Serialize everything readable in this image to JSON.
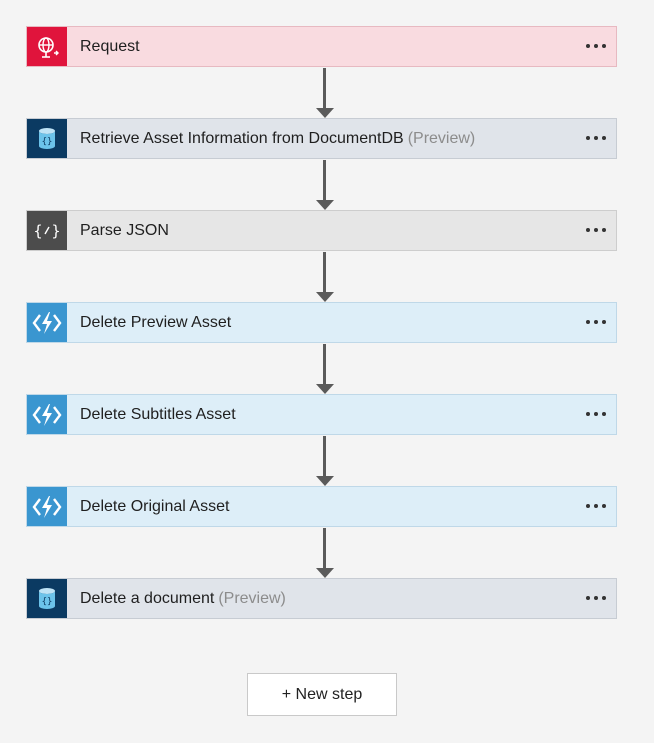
{
  "steps": [
    {
      "label": "Request",
      "suffix": "",
      "icon": "globe-icon",
      "type": "request"
    },
    {
      "label": "Retrieve Asset Information from DocumentDB",
      "suffix": "(Preview)",
      "icon": "documentdb-icon",
      "type": "docdb"
    },
    {
      "label": "Parse JSON",
      "suffix": "",
      "icon": "json-icon",
      "type": "json"
    },
    {
      "label": "Delete Preview Asset",
      "suffix": "",
      "icon": "azure-function-icon",
      "type": "func"
    },
    {
      "label": "Delete Subtitles Asset",
      "suffix": "",
      "icon": "azure-function-icon",
      "type": "func"
    },
    {
      "label": "Delete Original Asset",
      "suffix": "",
      "icon": "azure-function-icon",
      "type": "func"
    },
    {
      "label": "Delete a document",
      "suffix": "(Preview)",
      "icon": "documentdb-icon",
      "type": "docdb"
    }
  ],
  "new_step_label": "+ New step",
  "colors": {
    "request": "#e0143c",
    "docdb": "#0b3a62",
    "json": "#4c4c4c",
    "func": "#3a96d0"
  }
}
